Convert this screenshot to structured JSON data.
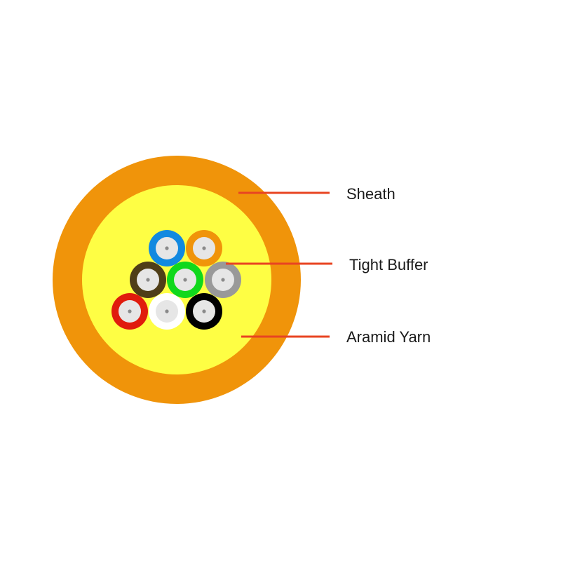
{
  "labels": {
    "sheath": "Sheath",
    "tight_buffer": "Tight Buffer",
    "aramid_yarn": "Aramid Yarn"
  },
  "colors": {
    "sheath": "#f0940a",
    "aramid_yarn": "#fefe44",
    "leader_line": "#e84422",
    "fiber_core": "#e6e6e6",
    "fiber_center_dot": "#8a8a8a"
  },
  "fibers": [
    {
      "name": "blue",
      "color": "#1289e0"
    },
    {
      "name": "orange",
      "color": "#f0940a"
    },
    {
      "name": "brown",
      "color": "#4f3e17"
    },
    {
      "name": "green",
      "color": "#10d81c"
    },
    {
      "name": "gray",
      "color": "#999999"
    },
    {
      "name": "red",
      "color": "#e01b0d"
    },
    {
      "name": "white",
      "color": "#ffffff"
    },
    {
      "name": "black",
      "color": "#000000"
    }
  ]
}
